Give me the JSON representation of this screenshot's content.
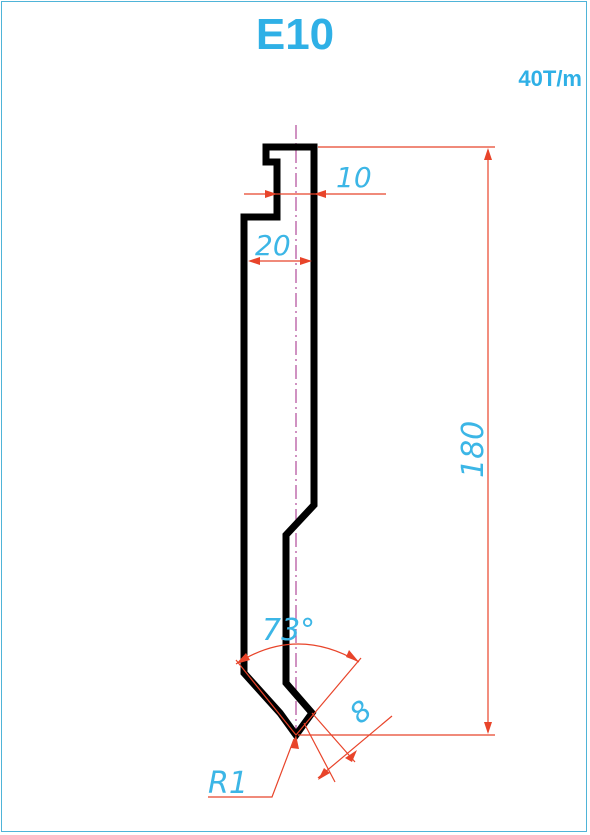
{
  "title": "E10",
  "capacity": "40T/m",
  "dimensions": {
    "top_width": "10",
    "body_width": "20",
    "height": "180",
    "angle": "73°",
    "tip_length": "8",
    "radius": "R1"
  },
  "colors": {
    "frame": "#4fb4d8",
    "title": "#2fb0e6",
    "dimension_text": "#3cb6e6",
    "dimension_lines": "#e8442a",
    "centerline": "#b04a9a",
    "profile": "#000000"
  }
}
